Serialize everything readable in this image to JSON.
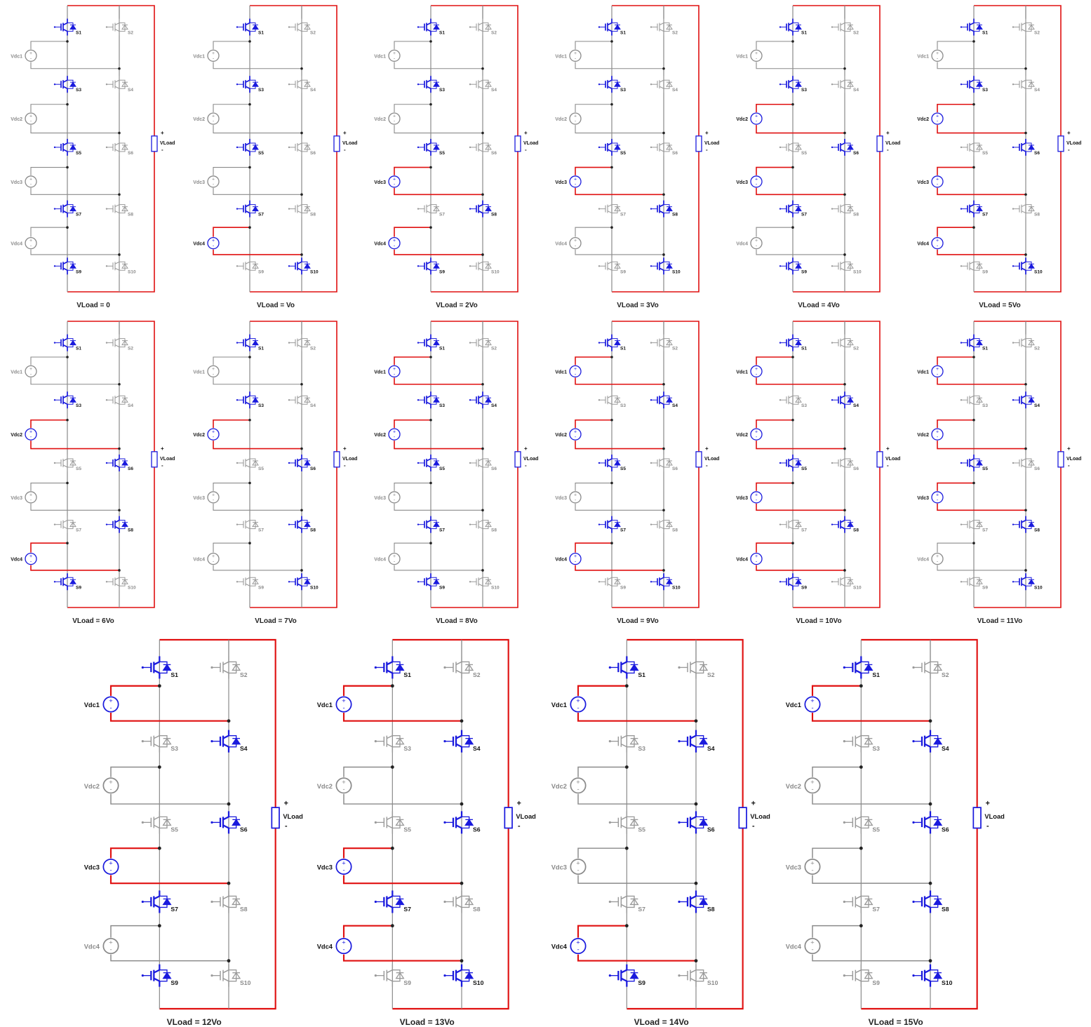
{
  "colors": {
    "active_wire": "#e01010",
    "idle_wire": "#8a8a8a",
    "on_device": "#1a1add",
    "off_device": "#9a9a9a",
    "on_label": "#111111",
    "off_label": "#8a8a8a"
  },
  "icons": {
    "switch": "igbt-diode-icon",
    "source": "dc-voltage-source-icon",
    "load": "load-resistor-icon"
  },
  "load_label": "VLoad",
  "load_plus": "+",
  "load_minus": "-",
  "source_labels": [
    "Vdc1",
    "Vdc2",
    "Vdc3",
    "Vdc4"
  ],
  "switch_labels": [
    "S1",
    "S2",
    "S3",
    "S4",
    "S5",
    "S6",
    "S7",
    "S8",
    "S9",
    "S10"
  ],
  "panels": [
    {
      "caption": "VLoad = 0",
      "on": [
        1,
        3,
        5,
        7,
        9
      ],
      "active_sources": []
    },
    {
      "caption": "VLoad = Vo",
      "on": [
        1,
        3,
        5,
        7,
        10
      ],
      "active_sources": [
        4
      ]
    },
    {
      "caption": "VLoad = 2Vo",
      "on": [
        1,
        3,
        5,
        8,
        9
      ],
      "active_sources": [
        3,
        4
      ]
    },
    {
      "caption": "VLoad = 3Vo",
      "on": [
        1,
        3,
        5,
        8,
        10
      ],
      "active_sources": [
        3
      ]
    },
    {
      "caption": "VLoad = 4Vo",
      "on": [
        1,
        3,
        6,
        7,
        9
      ],
      "active_sources": [
        2,
        3
      ]
    },
    {
      "caption": "VLoad = 5Vo",
      "on": [
        1,
        3,
        6,
        7,
        10
      ],
      "active_sources": [
        2,
        3,
        4
      ]
    },
    {
      "caption": "VLoad = 6Vo",
      "on": [
        1,
        3,
        6,
        8,
        9
      ],
      "active_sources": [
        2,
        4
      ]
    },
    {
      "caption": "VLoad = 7Vo",
      "on": [
        1,
        3,
        6,
        8,
        10
      ],
      "active_sources": [
        2
      ]
    },
    {
      "caption": "VLoad = 8Vo",
      "on": [
        1,
        3,
        4,
        5,
        7,
        9
      ],
      "active_sources": [
        1,
        2
      ]
    },
    {
      "caption": "VLoad = 9Vo",
      "on": [
        1,
        4,
        5,
        7,
        10
      ],
      "active_sources": [
        1,
        2,
        4
      ]
    },
    {
      "caption": "VLoad = 10Vo",
      "on": [
        1,
        4,
        5,
        8,
        9
      ],
      "active_sources": [
        1,
        2,
        3,
        4
      ]
    },
    {
      "caption": "VLoad = 11Vo",
      "on": [
        1,
        4,
        5,
        8,
        10
      ],
      "active_sources": [
        1,
        2,
        3
      ]
    },
    {
      "caption": "VLoad = 12Vo",
      "on": [
        1,
        4,
        6,
        7,
        9
      ],
      "active_sources": [
        1,
        3
      ]
    },
    {
      "caption": "VLoad = 13Vo",
      "on": [
        1,
        4,
        6,
        7,
        10
      ],
      "active_sources": [
        1,
        3,
        4
      ]
    },
    {
      "caption": "VLoad = 14Vo",
      "on": [
        1,
        4,
        6,
        8,
        9
      ],
      "active_sources": [
        1,
        4
      ]
    },
    {
      "caption": "VLoad = 15Vo",
      "on": [
        1,
        4,
        6,
        8,
        10
      ],
      "active_sources": [
        1
      ]
    }
  ]
}
